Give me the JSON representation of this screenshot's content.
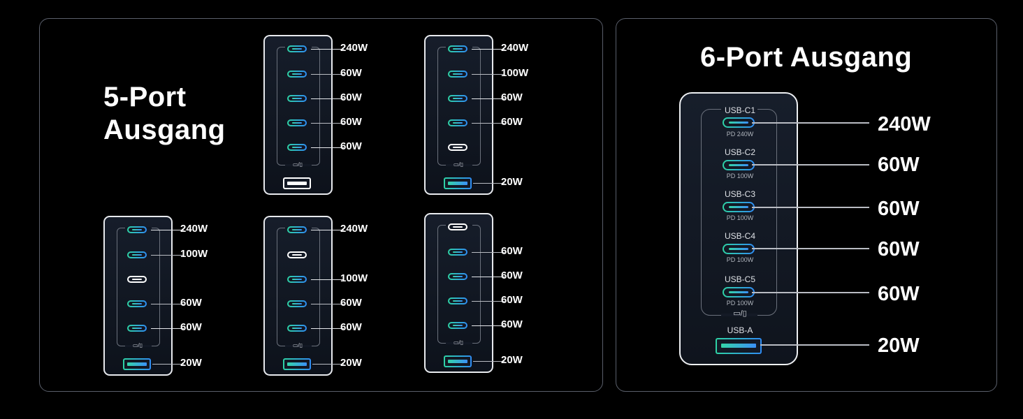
{
  "five_port": {
    "title_line1": "5-Port",
    "title_line2": "Ausgang",
    "mode_icon": "laptop-phone-icon",
    "mode_text": "▭/▯",
    "configs": [
      {
        "id": "A",
        "ports": [
          {
            "type": "USB-C",
            "active": true,
            "watt": "240W"
          },
          {
            "type": "USB-C",
            "active": true,
            "watt": "60W"
          },
          {
            "type": "USB-C",
            "active": true,
            "watt": "60W"
          },
          {
            "type": "USB-C",
            "active": true,
            "watt": "60W"
          },
          {
            "type": "USB-C",
            "active": true,
            "watt": "60W"
          },
          {
            "type": "USB-A",
            "active": false,
            "watt": ""
          }
        ]
      },
      {
        "id": "B",
        "ports": [
          {
            "type": "USB-C",
            "active": true,
            "watt": "240W"
          },
          {
            "type": "USB-C",
            "active": true,
            "watt": "100W"
          },
          {
            "type": "USB-C",
            "active": true,
            "watt": "60W"
          },
          {
            "type": "USB-C",
            "active": true,
            "watt": "60W"
          },
          {
            "type": "USB-C",
            "active": false,
            "watt": ""
          },
          {
            "type": "USB-A",
            "active": true,
            "watt": "20W"
          }
        ]
      },
      {
        "id": "C",
        "ports": [
          {
            "type": "USB-C",
            "active": true,
            "watt": "240W"
          },
          {
            "type": "USB-C",
            "active": true,
            "watt": "100W"
          },
          {
            "type": "USB-C",
            "active": false,
            "watt": ""
          },
          {
            "type": "USB-C",
            "active": true,
            "watt": "60W"
          },
          {
            "type": "USB-C",
            "active": true,
            "watt": "60W"
          },
          {
            "type": "USB-A",
            "active": true,
            "watt": "20W"
          }
        ]
      },
      {
        "id": "D",
        "ports": [
          {
            "type": "USB-C",
            "active": true,
            "watt": "240W"
          },
          {
            "type": "USB-C",
            "active": false,
            "watt": ""
          },
          {
            "type": "USB-C",
            "active": true,
            "watt": "100W"
          },
          {
            "type": "USB-C",
            "active": true,
            "watt": "60W"
          },
          {
            "type": "USB-C",
            "active": true,
            "watt": "60W"
          },
          {
            "type": "USB-A",
            "active": true,
            "watt": "20W"
          }
        ]
      },
      {
        "id": "E",
        "ports": [
          {
            "type": "USB-C",
            "active": false,
            "watt": ""
          },
          {
            "type": "USB-C",
            "active": true,
            "watt": "60W"
          },
          {
            "type": "USB-C",
            "active": true,
            "watt": "60W"
          },
          {
            "type": "USB-C",
            "active": true,
            "watt": "60W"
          },
          {
            "type": "USB-C",
            "active": true,
            "watt": "60W"
          },
          {
            "type": "USB-A",
            "active": true,
            "watt": "20W"
          }
        ]
      }
    ]
  },
  "six_port": {
    "title": "6-Port Ausgang",
    "mode_text": "▭/▯",
    "ports": [
      {
        "name": "USB-C1",
        "spec": "PD 240W",
        "watt": "240W"
      },
      {
        "name": "USB-C2",
        "spec": "PD 100W",
        "watt": "60W"
      },
      {
        "name": "USB-C3",
        "spec": "PD 100W",
        "watt": "60W"
      },
      {
        "name": "USB-C4",
        "spec": "PD 100W",
        "watt": "60W"
      },
      {
        "name": "USB-C5",
        "spec": "PD 100W",
        "watt": "60W"
      },
      {
        "name": "USB-A",
        "spec": "",
        "watt": "20W"
      }
    ]
  },
  "colors": {
    "background": "#000000",
    "panel_border": "#5a5f6b",
    "port_gradient_start": "#2ed3a4",
    "port_gradient_end": "#2f8cf5",
    "inactive_port": "#ffffff"
  }
}
